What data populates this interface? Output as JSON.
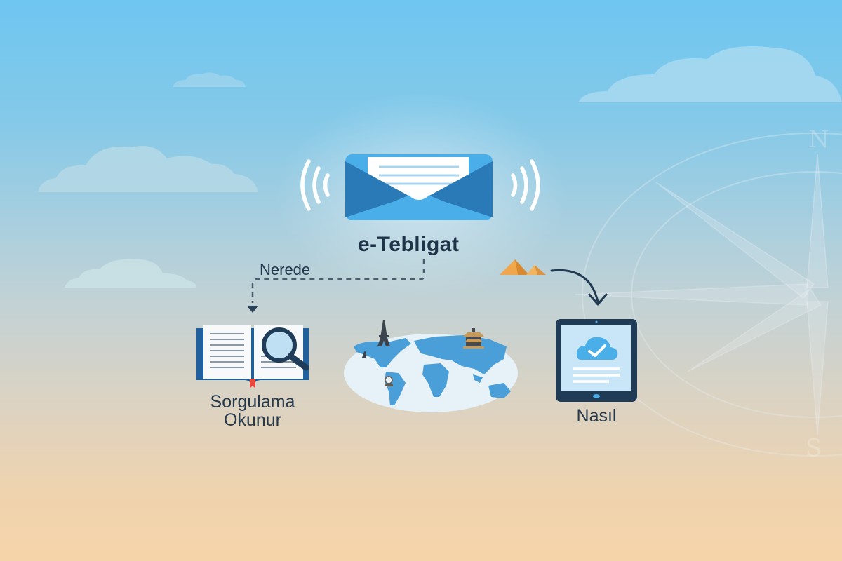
{
  "diagram": {
    "center": {
      "title": "e-Tebligat",
      "icon": "envelope-icon",
      "signal_icon": "signal-waves-icon"
    },
    "connector_left": {
      "label": "Nerede",
      "style": "dashed",
      "arrow": "arrow-down-icon"
    },
    "connector_right": {
      "style": "curved-solid",
      "arrow": "arrow-down-icon",
      "decoration": "pyramids-icon"
    },
    "nodes": [
      {
        "id": "query",
        "icon": "open-book-magnifier-icon",
        "label_line1": "Sorgulama",
        "label_line2": "Okunur"
      },
      {
        "id": "world",
        "icon": "world-map-icon",
        "landmarks": [
          "eiffel-tower-icon",
          "pagoda-icon",
          "location-pin-icon"
        ]
      },
      {
        "id": "how",
        "icon": "tablet-cloud-check-icon",
        "label": "Nasıl"
      }
    ],
    "background": {
      "decoration": "compass-rose-icon",
      "compass_letters": {
        "north": "N",
        "south": "S"
      },
      "clouds": 4
    },
    "colors": {
      "sky_top": "#6ec6f1",
      "sand_bottom": "#f6d4aa",
      "envelope_light": "#4aaee8",
      "envelope_dark": "#2b7ab8",
      "navy": "#1f3448",
      "map_blue": "#4a9fd8",
      "bookmark_red": "#e8453c"
    }
  }
}
